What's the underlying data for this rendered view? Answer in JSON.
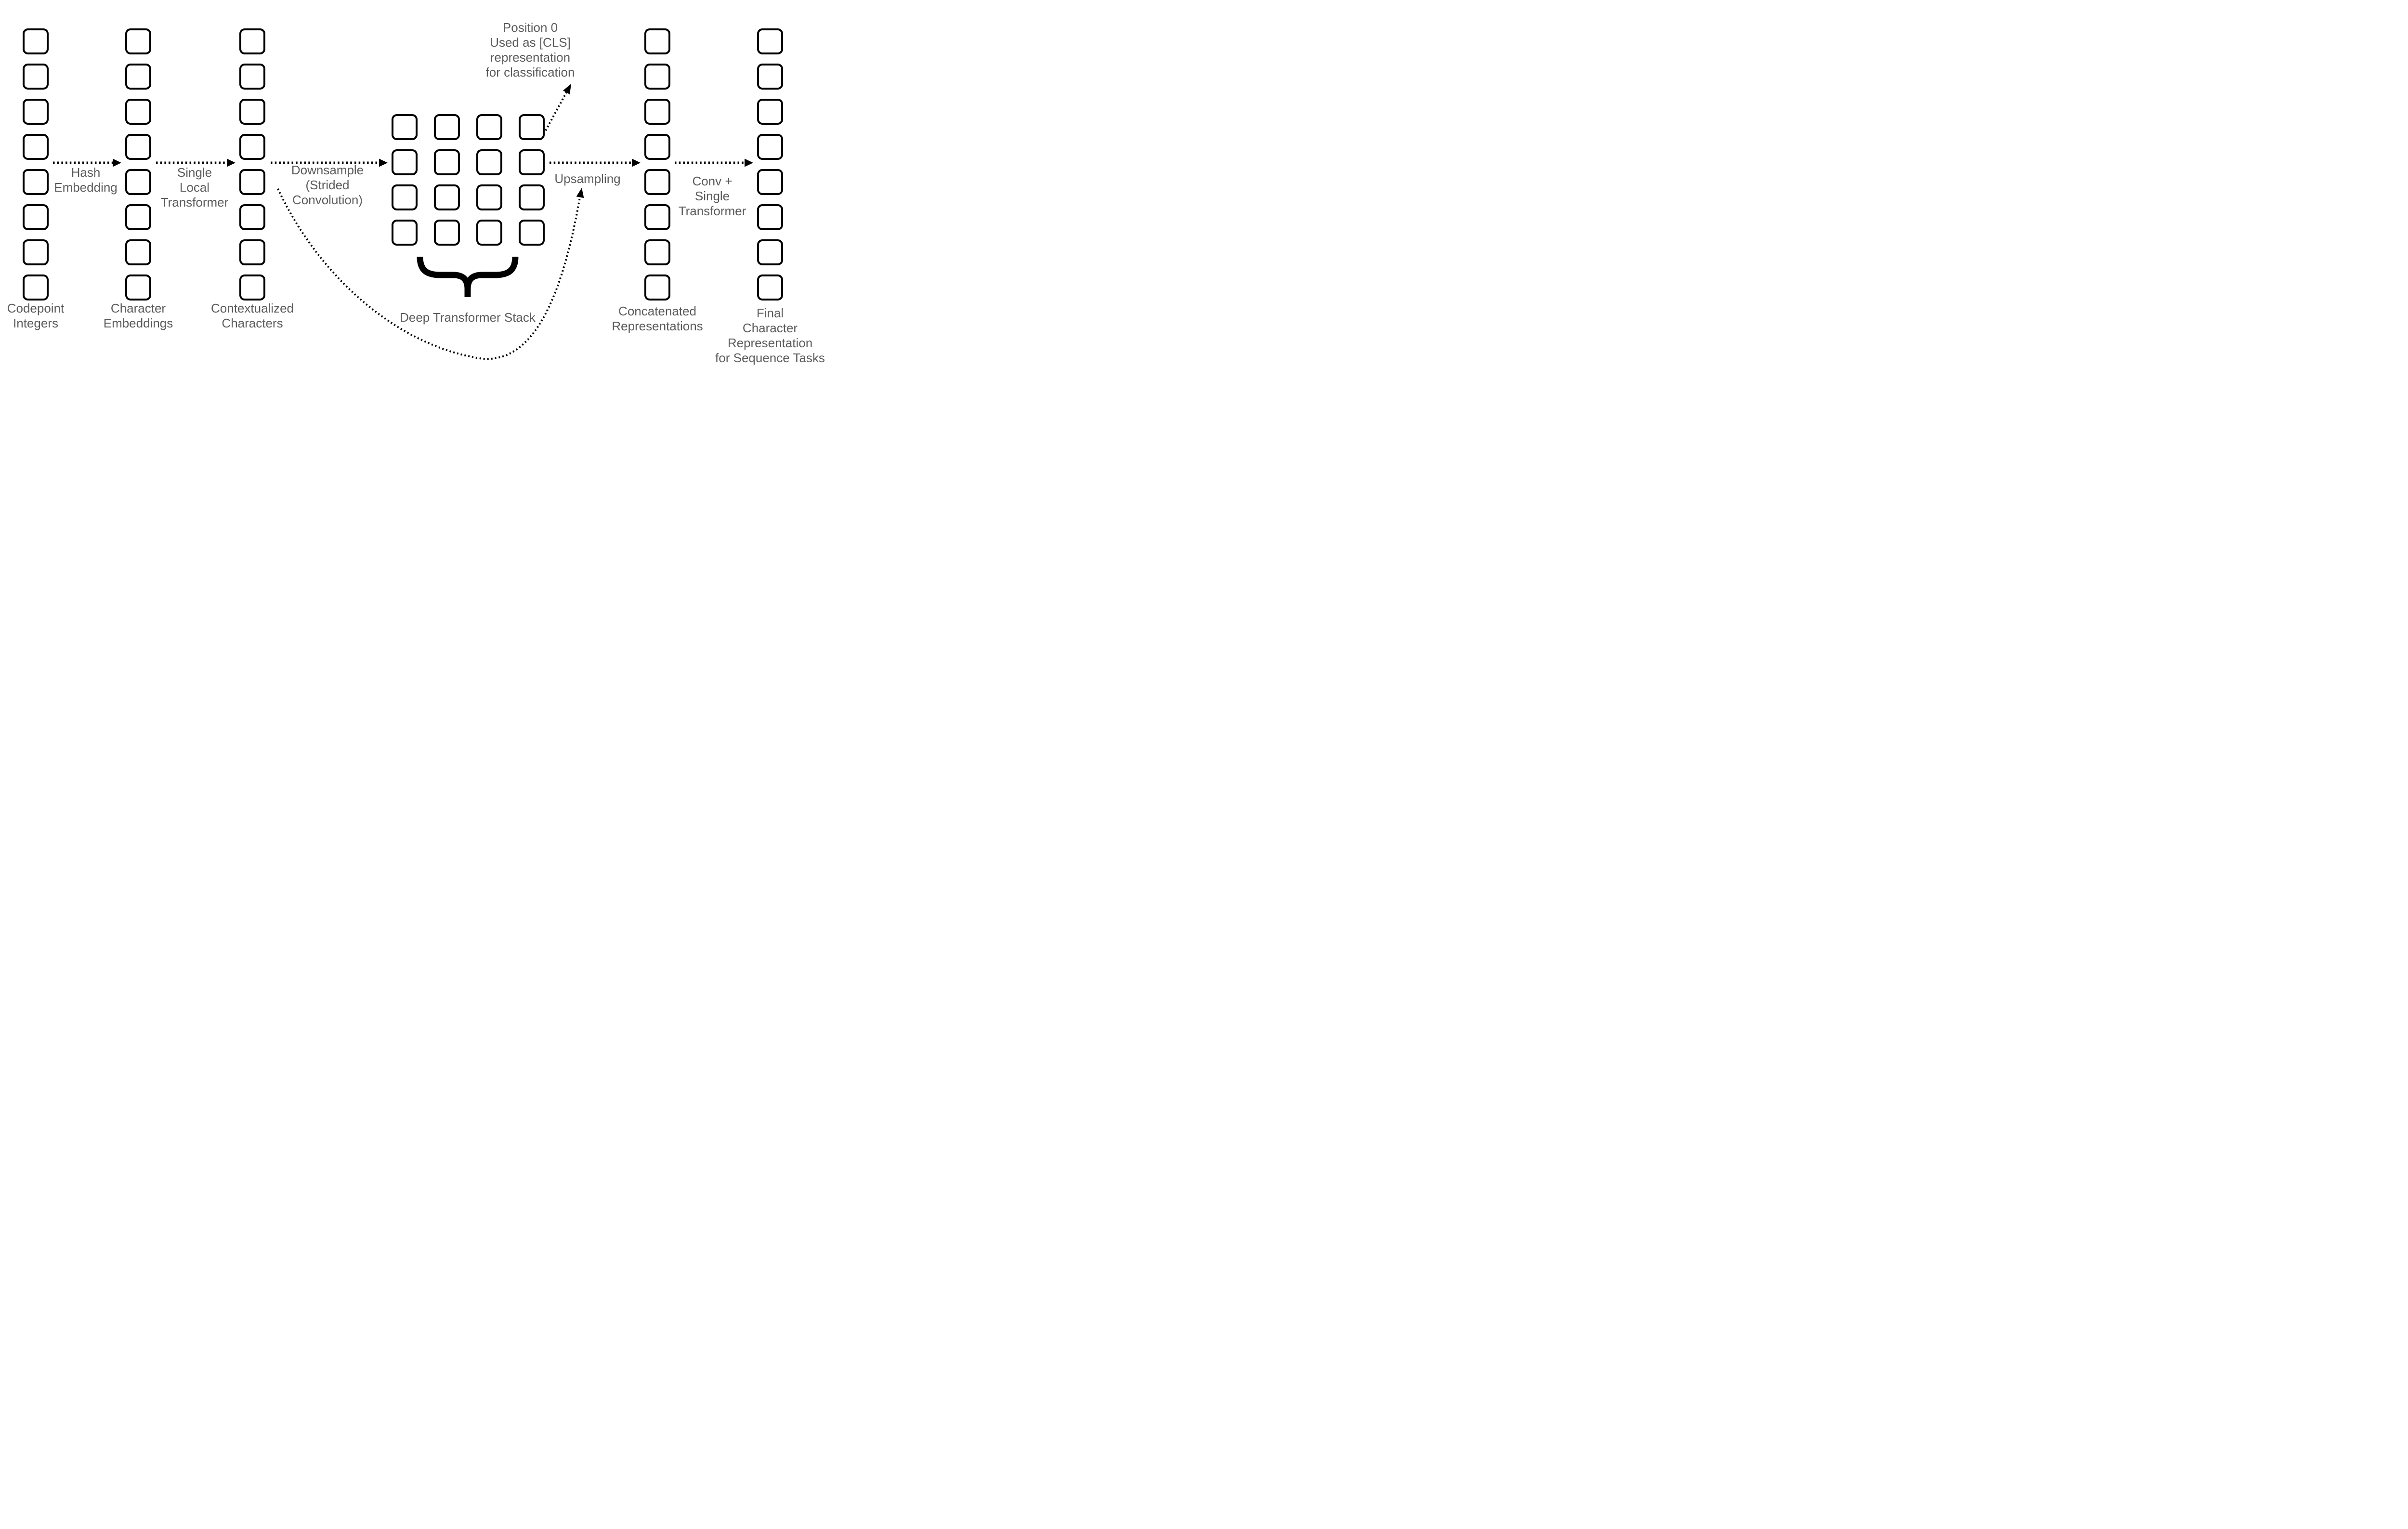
{
  "diagram": {
    "colors": {
      "background": "#ffffff",
      "shape": "#000000",
      "text": "#5b5b5b"
    },
    "columns": [
      {
        "id": "codepoint-integers",
        "square_count": 8,
        "label_lines": [
          "Codepoint",
          "Integers"
        ]
      },
      {
        "id": "character-embeddings",
        "square_count": 8,
        "label_lines": [
          "Character",
          "Embeddings"
        ]
      },
      {
        "id": "contextualized-characters",
        "square_count": 8,
        "label_lines": [
          "Contextualized",
          "Characters"
        ]
      },
      {
        "id": "concatenated-representations",
        "square_count": 8,
        "label_lines": [
          "Concatenated",
          "Representations"
        ]
      },
      {
        "id": "final-character-representation",
        "square_count": 8,
        "label_lines": [
          "Final",
          "Character",
          "Representation",
          "for Sequence Tasks"
        ]
      }
    ],
    "grid": {
      "id": "deep-transformer-stack",
      "rows": 4,
      "cols": 4,
      "label_lines": [
        "Deep Transformer Stack"
      ]
    },
    "edges": [
      {
        "id": "hash-embedding",
        "label_lines": [
          "Hash",
          "Embedding"
        ]
      },
      {
        "id": "single-local-transformer",
        "label_lines": [
          "Single",
          "Local",
          "Transformer"
        ]
      },
      {
        "id": "downsample-strided-convolution",
        "label_lines": [
          "Downsample",
          "(Strided",
          "Convolution)"
        ]
      },
      {
        "id": "upsampling",
        "label_lines": [
          "Upsampling"
        ]
      },
      {
        "id": "conv-single-transformer",
        "label_lines": [
          "Conv +",
          "Single",
          "Transformer"
        ]
      }
    ],
    "annotations": [
      {
        "id": "cls-note",
        "lines": [
          "Position 0",
          "Used as [CLS]",
          "representation",
          "for classification"
        ]
      }
    ]
  }
}
